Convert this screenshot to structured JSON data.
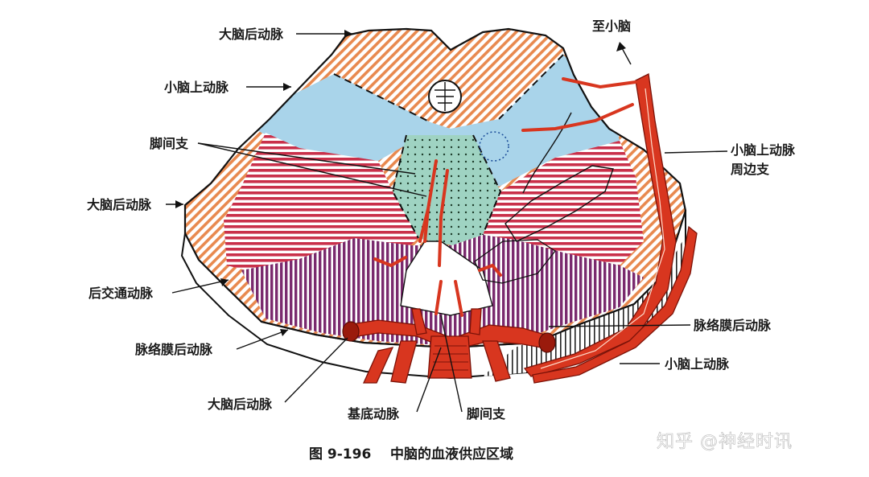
{
  "labels": {
    "pca_top": "大脑后动脉",
    "sca_left": "小脑上动脉",
    "interpeduncular_left": "脚间支",
    "pca_left": "大脑后动脉",
    "pcomm": "后交通动脉",
    "pchor_left": "脉络膜后动脉",
    "pca_bottom": "大脑后动脉",
    "basilar": "基底动脉",
    "interpeduncular_bottom": "脚间支",
    "to_cerebellum": "至小脑",
    "sca_peripheral_line1": "小脑上动脉",
    "sca_peripheral_line2": "周边支",
    "pchor_right": "脉络膜后动脉",
    "sca_right": "小脑上动脉"
  },
  "caption": "图 9-196    中脑的血液供应区域",
  "watermark": "知乎 @神经时讯",
  "colors": {
    "pca_territory": "#e8894f",
    "sca_territory": "#a9d4ea",
    "interpeduncular_territory": "#9fd3c2",
    "pcomm_territory": "#c9304a",
    "pchor_territory": "#7a2a6e",
    "artery": "#d8361f"
  }
}
